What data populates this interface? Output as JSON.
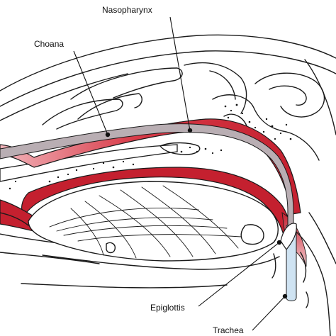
{
  "labels": {
    "nasopharynx": "Nasopharynx",
    "choana": "Choana",
    "epiglottis": "Epiglottis",
    "trachea": "Trachea"
  },
  "colors": {
    "airway_red": "#c4202f",
    "airway_pink": "#f2b5bb",
    "tube_blue": "#cfe3f2",
    "tube_grey": "#b9aeb3",
    "bone_speckle": "#1a1a1a",
    "outline": "#1a1a1a"
  }
}
